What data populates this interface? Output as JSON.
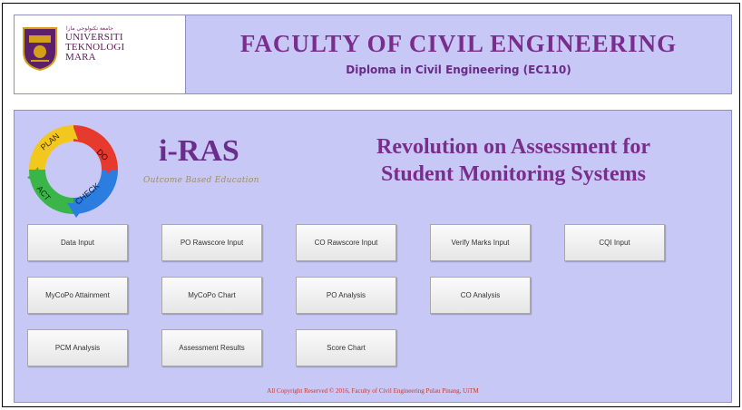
{
  "header": {
    "university_top": "جامعة تكنولوجي مارا",
    "university_name_lines": [
      "UNIVERSITI",
      "TEKNOLOGI",
      "MARA"
    ],
    "faculty_title": "FACULTY OF CIVIL ENGINEERING",
    "program": "Diploma in Civil Engineering (EC110)"
  },
  "main": {
    "cycle_labels": [
      "PLAN",
      "DO",
      "CHECK",
      "ACT"
    ],
    "app_name": "i-RAS",
    "app_tagline": "Outcome Based Education",
    "title_lines": [
      "Revolution on Assessment for",
      "Student Monitoring Systems"
    ]
  },
  "buttons": {
    "data_input": "Data Input",
    "po_rawscore_input": "PO Rawscore Input",
    "co_rawscore_input": "CO Rawscore Input",
    "verify_marks_input": "Verify Marks Input",
    "cqi_input": "CQI Input",
    "mycopo_attainment": "MyCoPo Attainment",
    "mycopo_chart": "MyCoPo Chart",
    "po_analysis": "PO Analysis",
    "co_analysis": "CO Analysis",
    "pcm_analysis": "PCM Analysis",
    "assessment_results": "Assessment Results",
    "score_chart": "Score Chart"
  },
  "footer": {
    "copyright": "All Copyright Reserved © 2016, Faculty of Civil Engineering Pulau Pinang, UiTM"
  },
  "colors": {
    "panel": "#c8c8f7",
    "title_purple": "#7a2d8c",
    "copyright_red": "#c0392b"
  }
}
